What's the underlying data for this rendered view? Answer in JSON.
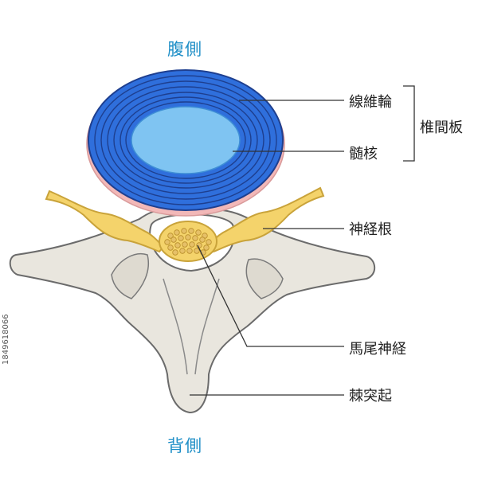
{
  "orientation": {
    "ventral": "腹側",
    "dorsal": "背側"
  },
  "labels": {
    "annulus_fibrosus": "線維輪",
    "nucleus_pulposus": "髄核",
    "intervertebral_disc": "椎間板",
    "nerve_root": "神経根",
    "cauda_equina": "馬尾神経",
    "spinous_process": "棘突起"
  },
  "image_id": "1849618066",
  "colors": {
    "annulus": "#2f6fdc",
    "annulus_rings": "#1e3f8f",
    "nucleus": "#7fc4f2",
    "endplate": "#f2b8b8",
    "bone": "#e9e6de",
    "bone_outline": "#6b6b6b",
    "nerve": "#f4d36b",
    "nerve_outline": "#c9a33a",
    "orientation_text": "#1f8fc7"
  }
}
